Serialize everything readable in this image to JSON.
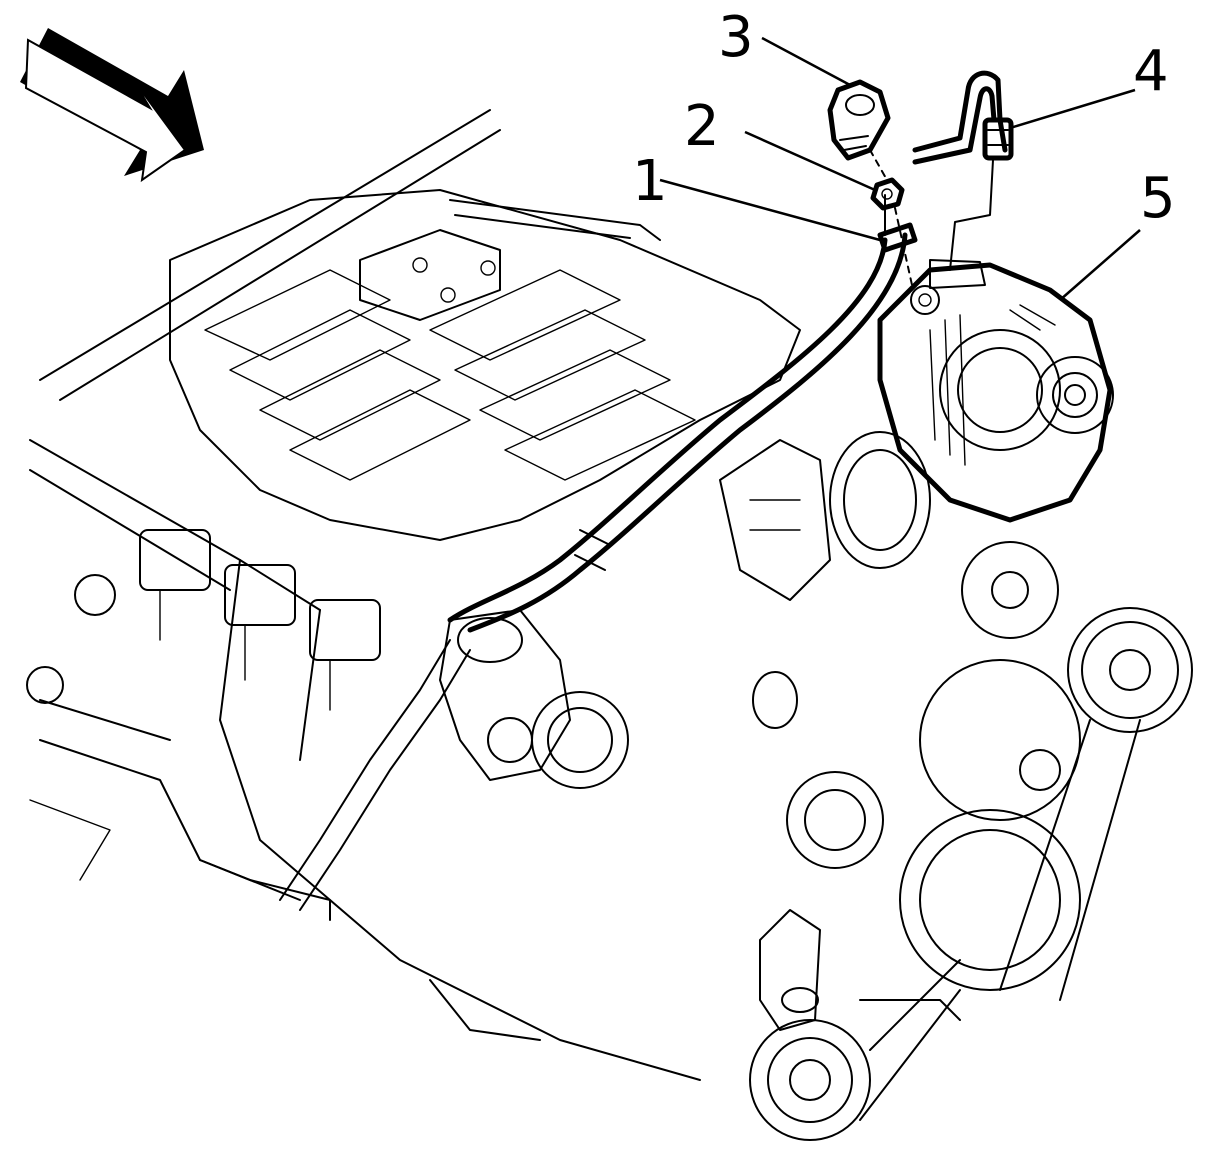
{
  "diagram": {
    "callouts": [
      {
        "id": "1",
        "label": "1"
      },
      {
        "id": "2",
        "label": "2"
      },
      {
        "id": "3",
        "label": "3"
      },
      {
        "id": "4",
        "label": "4"
      },
      {
        "id": "5",
        "label": "5"
      }
    ],
    "colors": {
      "ink": "#000000",
      "paper": "#ffffff"
    },
    "icons": {
      "direction": "front-direction-arrow-icon"
    }
  }
}
